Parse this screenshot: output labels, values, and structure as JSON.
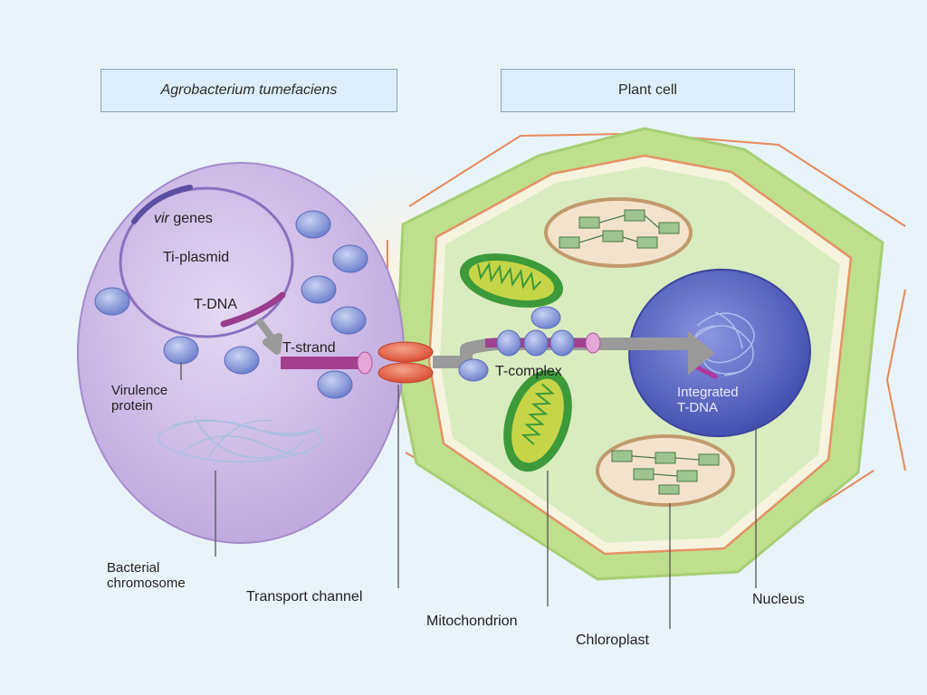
{
  "headers": {
    "agrobacterium": "Agrobacterium tumefaciens",
    "plant_cell": "Plant cell"
  },
  "labels": {
    "vir_genes_italic": "vir",
    "vir_genes_rest": " genes",
    "ti_plasmid": "Ti-plasmid",
    "t_dna": "T-DNA",
    "t_strand": "T-strand",
    "t_complex": "T-complex",
    "virulence_protein_line1": "Virulence",
    "virulence_protein_line2": "protein",
    "bacterial_chromosome_line1": "Bacterial",
    "bacterial_chromosome_line2": "chromosome",
    "transport_channel": "Transport channel",
    "mitochondrion": "Mitochondrion",
    "chloroplast": "Chloroplast",
    "nucleus": "Nucleus",
    "integrated_tdna_line1": "Integrated",
    "integrated_tdna_line2": "T-DNA"
  },
  "colors": {
    "background": "#e9f3fa",
    "bacterium_fill": "#cdb9e6",
    "bacterium_edge": "#a38ac8",
    "plasmid_ring": "#8a6fbe",
    "vir_gene_segment": "#5b4fa3",
    "t_dna_segment": "#9a3d8e",
    "protein_blue": "#8f9fdd",
    "cell_wall_green": "#b9dc86",
    "cytoplasm": "#dceec3",
    "membrane_orange": "#e08055",
    "channel_red": "#e5654a",
    "pink_bead": "#e6a2d8",
    "mitochondrion_green": "#3f9a3a",
    "mitochondrion_inner": "#c2d245",
    "chloroplast_tan": "#cba67e",
    "nucleus_blue": "#5a67c9",
    "arrow_gray": "#9a9a9a"
  }
}
